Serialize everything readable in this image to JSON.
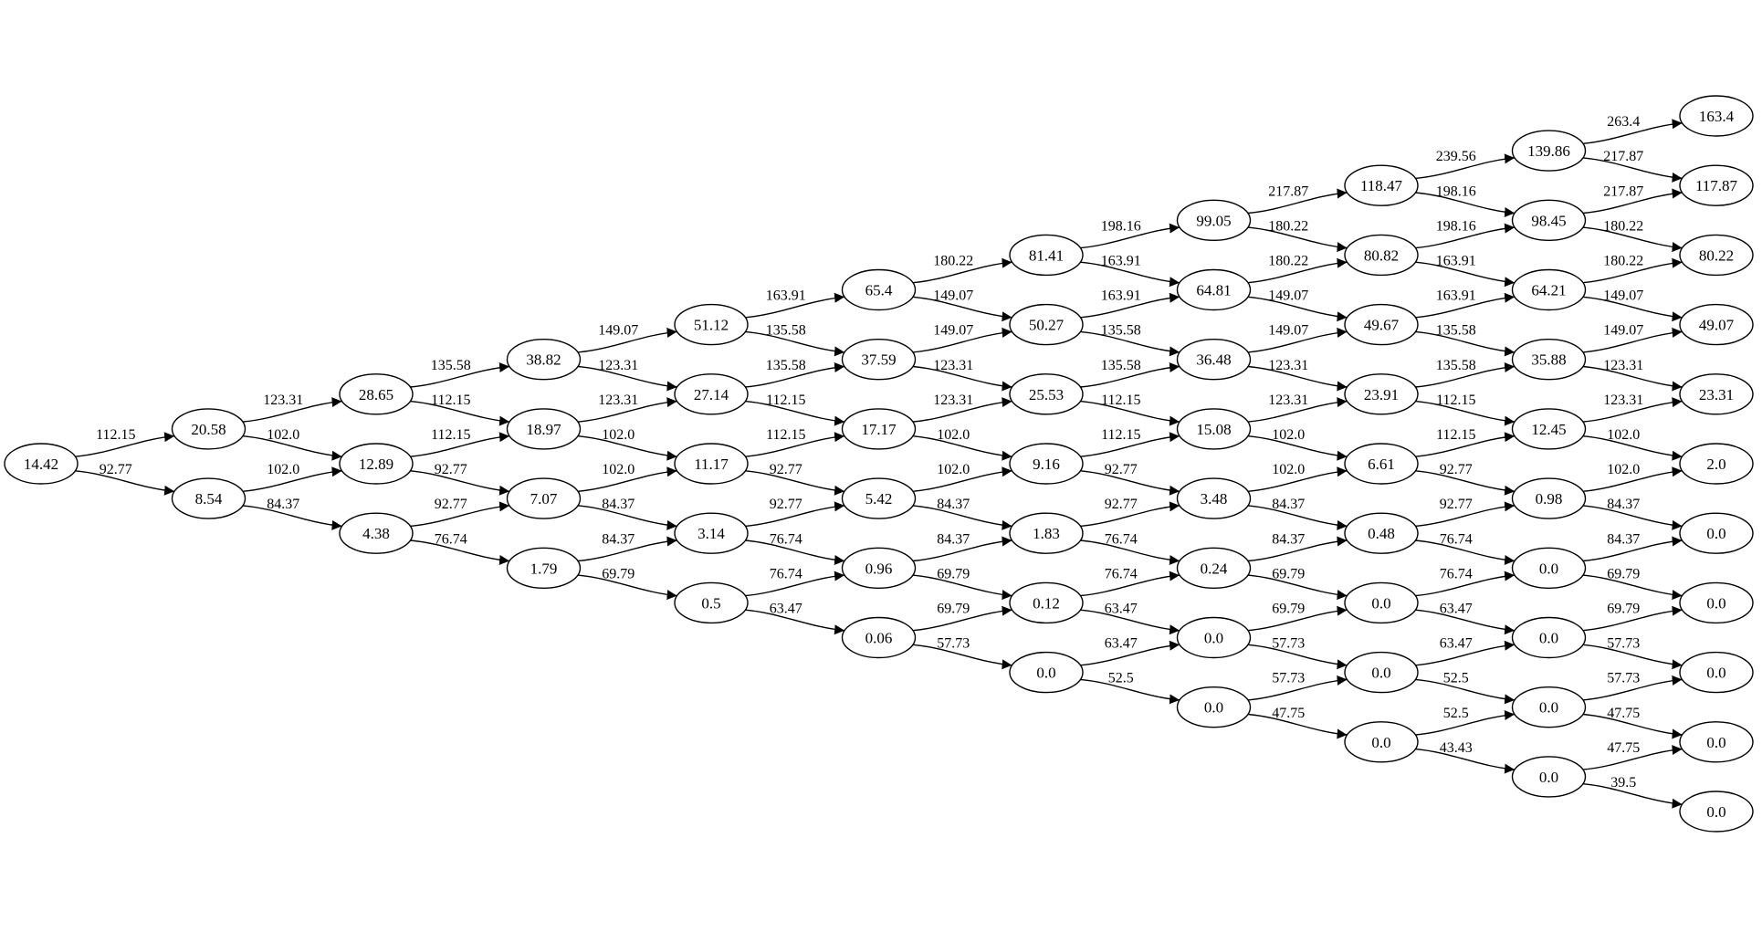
{
  "diagram": {
    "levels": [
      [
        "14.42"
      ],
      [
        "20.58",
        "8.54"
      ],
      [
        "28.65",
        "12.89",
        "4.38"
      ],
      [
        "38.82",
        "18.97",
        "7.07",
        "1.79"
      ],
      [
        "51.12",
        "27.14",
        "11.17",
        "3.14",
        "0.5"
      ],
      [
        "65.4",
        "37.59",
        "17.17",
        "5.42",
        "0.96",
        "0.06"
      ],
      [
        "81.41",
        "50.27",
        "25.53",
        "9.16",
        "1.83",
        "0.12",
        "0.0"
      ],
      [
        "99.05",
        "64.81",
        "36.48",
        "15.08",
        "3.48",
        "0.24",
        "0.0",
        "0.0"
      ],
      [
        "118.47",
        "80.82",
        "49.67",
        "23.91",
        "6.61",
        "0.48",
        "0.0",
        "0.0",
        "0.0"
      ],
      [
        "139.86",
        "98.45",
        "64.21",
        "35.88",
        "12.45",
        "0.98",
        "0.0",
        "0.0",
        "0.0",
        "0.0"
      ],
      [
        "163.4",
        "117.87",
        "80.22",
        "49.07",
        "23.31",
        "2.0",
        "0.0",
        "0.0",
        "0.0",
        "0.0",
        "0.0"
      ]
    ],
    "edge_labels": [
      [
        [
          "112.15",
          "92.77"
        ]
      ],
      [
        [
          "123.31",
          "102.0"
        ],
        [
          "102.0",
          "84.37"
        ]
      ],
      [
        [
          "135.58",
          "112.15"
        ],
        [
          "112.15",
          "92.77"
        ],
        [
          "92.77",
          "76.74"
        ]
      ],
      [
        [
          "149.07",
          "123.31"
        ],
        [
          "123.31",
          "102.0"
        ],
        [
          "102.0",
          "84.37"
        ],
        [
          "84.37",
          "69.79"
        ]
      ],
      [
        [
          "163.91",
          "135.58"
        ],
        [
          "135.58",
          "112.15"
        ],
        [
          "112.15",
          "92.77"
        ],
        [
          "92.77",
          "76.74"
        ],
        [
          "76.74",
          "63.47"
        ]
      ],
      [
        [
          "180.22",
          "149.07"
        ],
        [
          "149.07",
          "123.31"
        ],
        [
          "123.31",
          "102.0"
        ],
        [
          "102.0",
          "84.37"
        ],
        [
          "84.37",
          "69.79"
        ],
        [
          "69.79",
          "57.73"
        ]
      ],
      [
        [
          "198.16",
          "163.91"
        ],
        [
          "163.91",
          "135.58"
        ],
        [
          "135.58",
          "112.15"
        ],
        [
          "112.15",
          "92.77"
        ],
        [
          "92.77",
          "76.74"
        ],
        [
          "76.74",
          "63.47"
        ],
        [
          "63.47",
          "52.5"
        ]
      ],
      [
        [
          "217.87",
          "180.22"
        ],
        [
          "180.22",
          "149.07"
        ],
        [
          "149.07",
          "123.31"
        ],
        [
          "123.31",
          "102.0"
        ],
        [
          "102.0",
          "84.37"
        ],
        [
          "84.37",
          "69.79"
        ],
        [
          "69.79",
          "57.73"
        ],
        [
          "57.73",
          "47.75"
        ]
      ],
      [
        [
          "239.56",
          "198.16"
        ],
        [
          "198.16",
          "163.91"
        ],
        [
          "163.91",
          "135.58"
        ],
        [
          "135.58",
          "112.15"
        ],
        [
          "112.15",
          "92.77"
        ],
        [
          "92.77",
          "76.74"
        ],
        [
          "76.74",
          "63.47"
        ],
        [
          "63.47",
          "52.5"
        ],
        [
          "52.5",
          "43.43"
        ]
      ],
      [
        [
          "263.4",
          "217.87"
        ],
        [
          "217.87",
          "180.22"
        ],
        [
          "180.22",
          "149.07"
        ],
        [
          "149.07",
          "123.31"
        ],
        [
          "123.31",
          "102.0"
        ],
        [
          "102.0",
          "84.37"
        ],
        [
          "84.37",
          "69.79"
        ],
        [
          "69.79",
          "57.73"
        ],
        [
          "57.73",
          "47.75"
        ],
        [
          "47.75",
          "39.5"
        ]
      ]
    ]
  }
}
